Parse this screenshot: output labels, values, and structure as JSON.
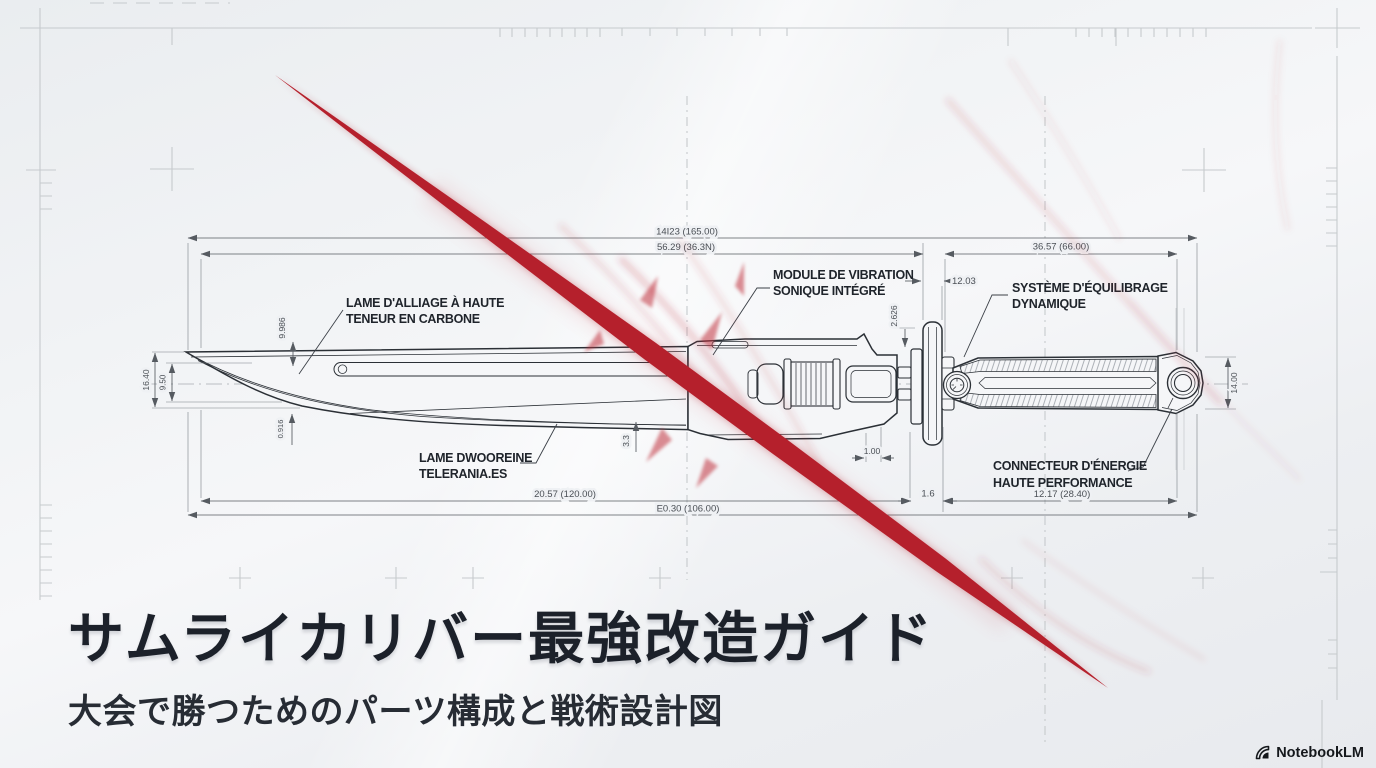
{
  "title": {
    "main": "サムライカリバー最強改造ガイド",
    "subtitle": "大会で勝つためのパーツ構成と戦術設計図"
  },
  "brand": {
    "name": "NotebookLM"
  },
  "colors": {
    "slash_red": "#b5202c",
    "ink": "#2b3036",
    "dim_line": "#565b61",
    "label_text": "#1f242b",
    "dim_text": "#4a4f55",
    "guide_gray": "#c6cacd"
  },
  "callouts": {
    "blade_alloy": {
      "line1": "LAME D'ALLIAGE À HAUTE",
      "line2": "TENEUR EN CARBONE"
    },
    "vibration_module": {
      "line1": "MODULE DE VIBRATION",
      "line2": "SONIQUE INTÉGRÉ"
    },
    "balance_system": {
      "line1": "SYSTÈME D'ÉQUILIBRAGE",
      "line2": "DYNAMIQUE"
    },
    "core_blade": {
      "line1": "LAME DWOOREINE",
      "line2": "TELERANIA.ES"
    },
    "power_connector": {
      "line1": "CONNECTEUR D'ÉNERGIE",
      "line2": "HAUTE PERFORMANCE"
    }
  },
  "dimensions": {
    "overall_top": "14I23 (165.00)",
    "blade_top": "56.29 (36.3N)",
    "grip_top": "36.57 (66.00)",
    "guard_thickness": "12.03",
    "blade_bottom": "20.57 (120.00)",
    "overall_bottom": "E0.30 (106.00)",
    "grip_bottom": "12.17 (28.40)",
    "guard_bottom": "1.6",
    "tip_height": "16.40",
    "tip_inner": "9.50",
    "spine_detail": "9.986",
    "hilt_step": "2.626",
    "edge_detail": "3.3",
    "tang_pin": "1.00",
    "pommel_height": "14.00",
    "tip_bevel": "0.916"
  }
}
